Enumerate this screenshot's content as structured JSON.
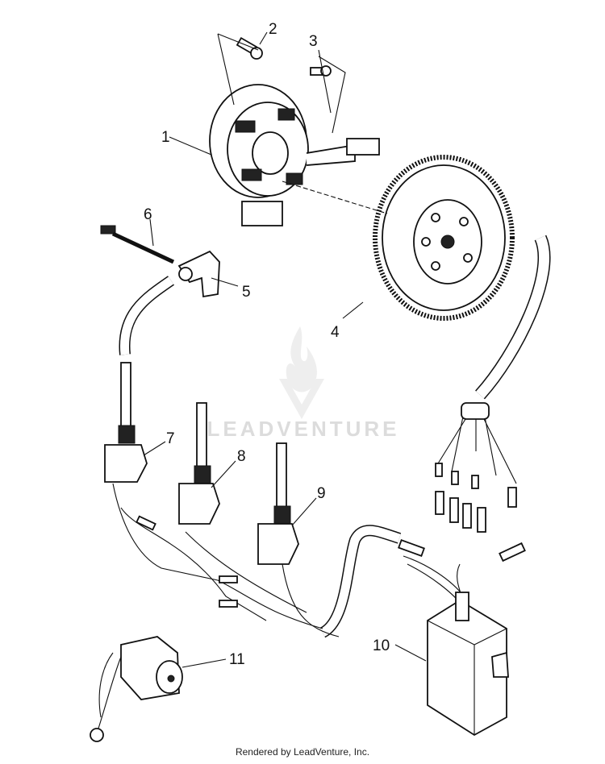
{
  "title": "",
  "watermark": {
    "text": "LEADVENTURE",
    "logo_icon": "leadventure-flame-logo"
  },
  "footer": "Rendered by LeadVenture, Inc.",
  "callouts": [
    {
      "id": "1",
      "label": "1",
      "part": "stator"
    },
    {
      "id": "2",
      "label": "2",
      "part": "screw"
    },
    {
      "id": "3",
      "label": "3",
      "part": "screw"
    },
    {
      "id": "4",
      "label": "4",
      "part": "flywheel"
    },
    {
      "id": "5",
      "label": "5",
      "part": "spark-plug-cap"
    },
    {
      "id": "6",
      "label": "6",
      "part": "cable-tie"
    },
    {
      "id": "7",
      "label": "7",
      "part": "ignition-coil"
    },
    {
      "id": "8",
      "label": "8",
      "part": "ignition-coil"
    },
    {
      "id": "9",
      "label": "9",
      "part": "ignition-coil"
    },
    {
      "id": "10",
      "label": "10",
      "part": "cdi-module"
    },
    {
      "id": "11",
      "label": "11",
      "part": "starter-solenoid"
    }
  ]
}
